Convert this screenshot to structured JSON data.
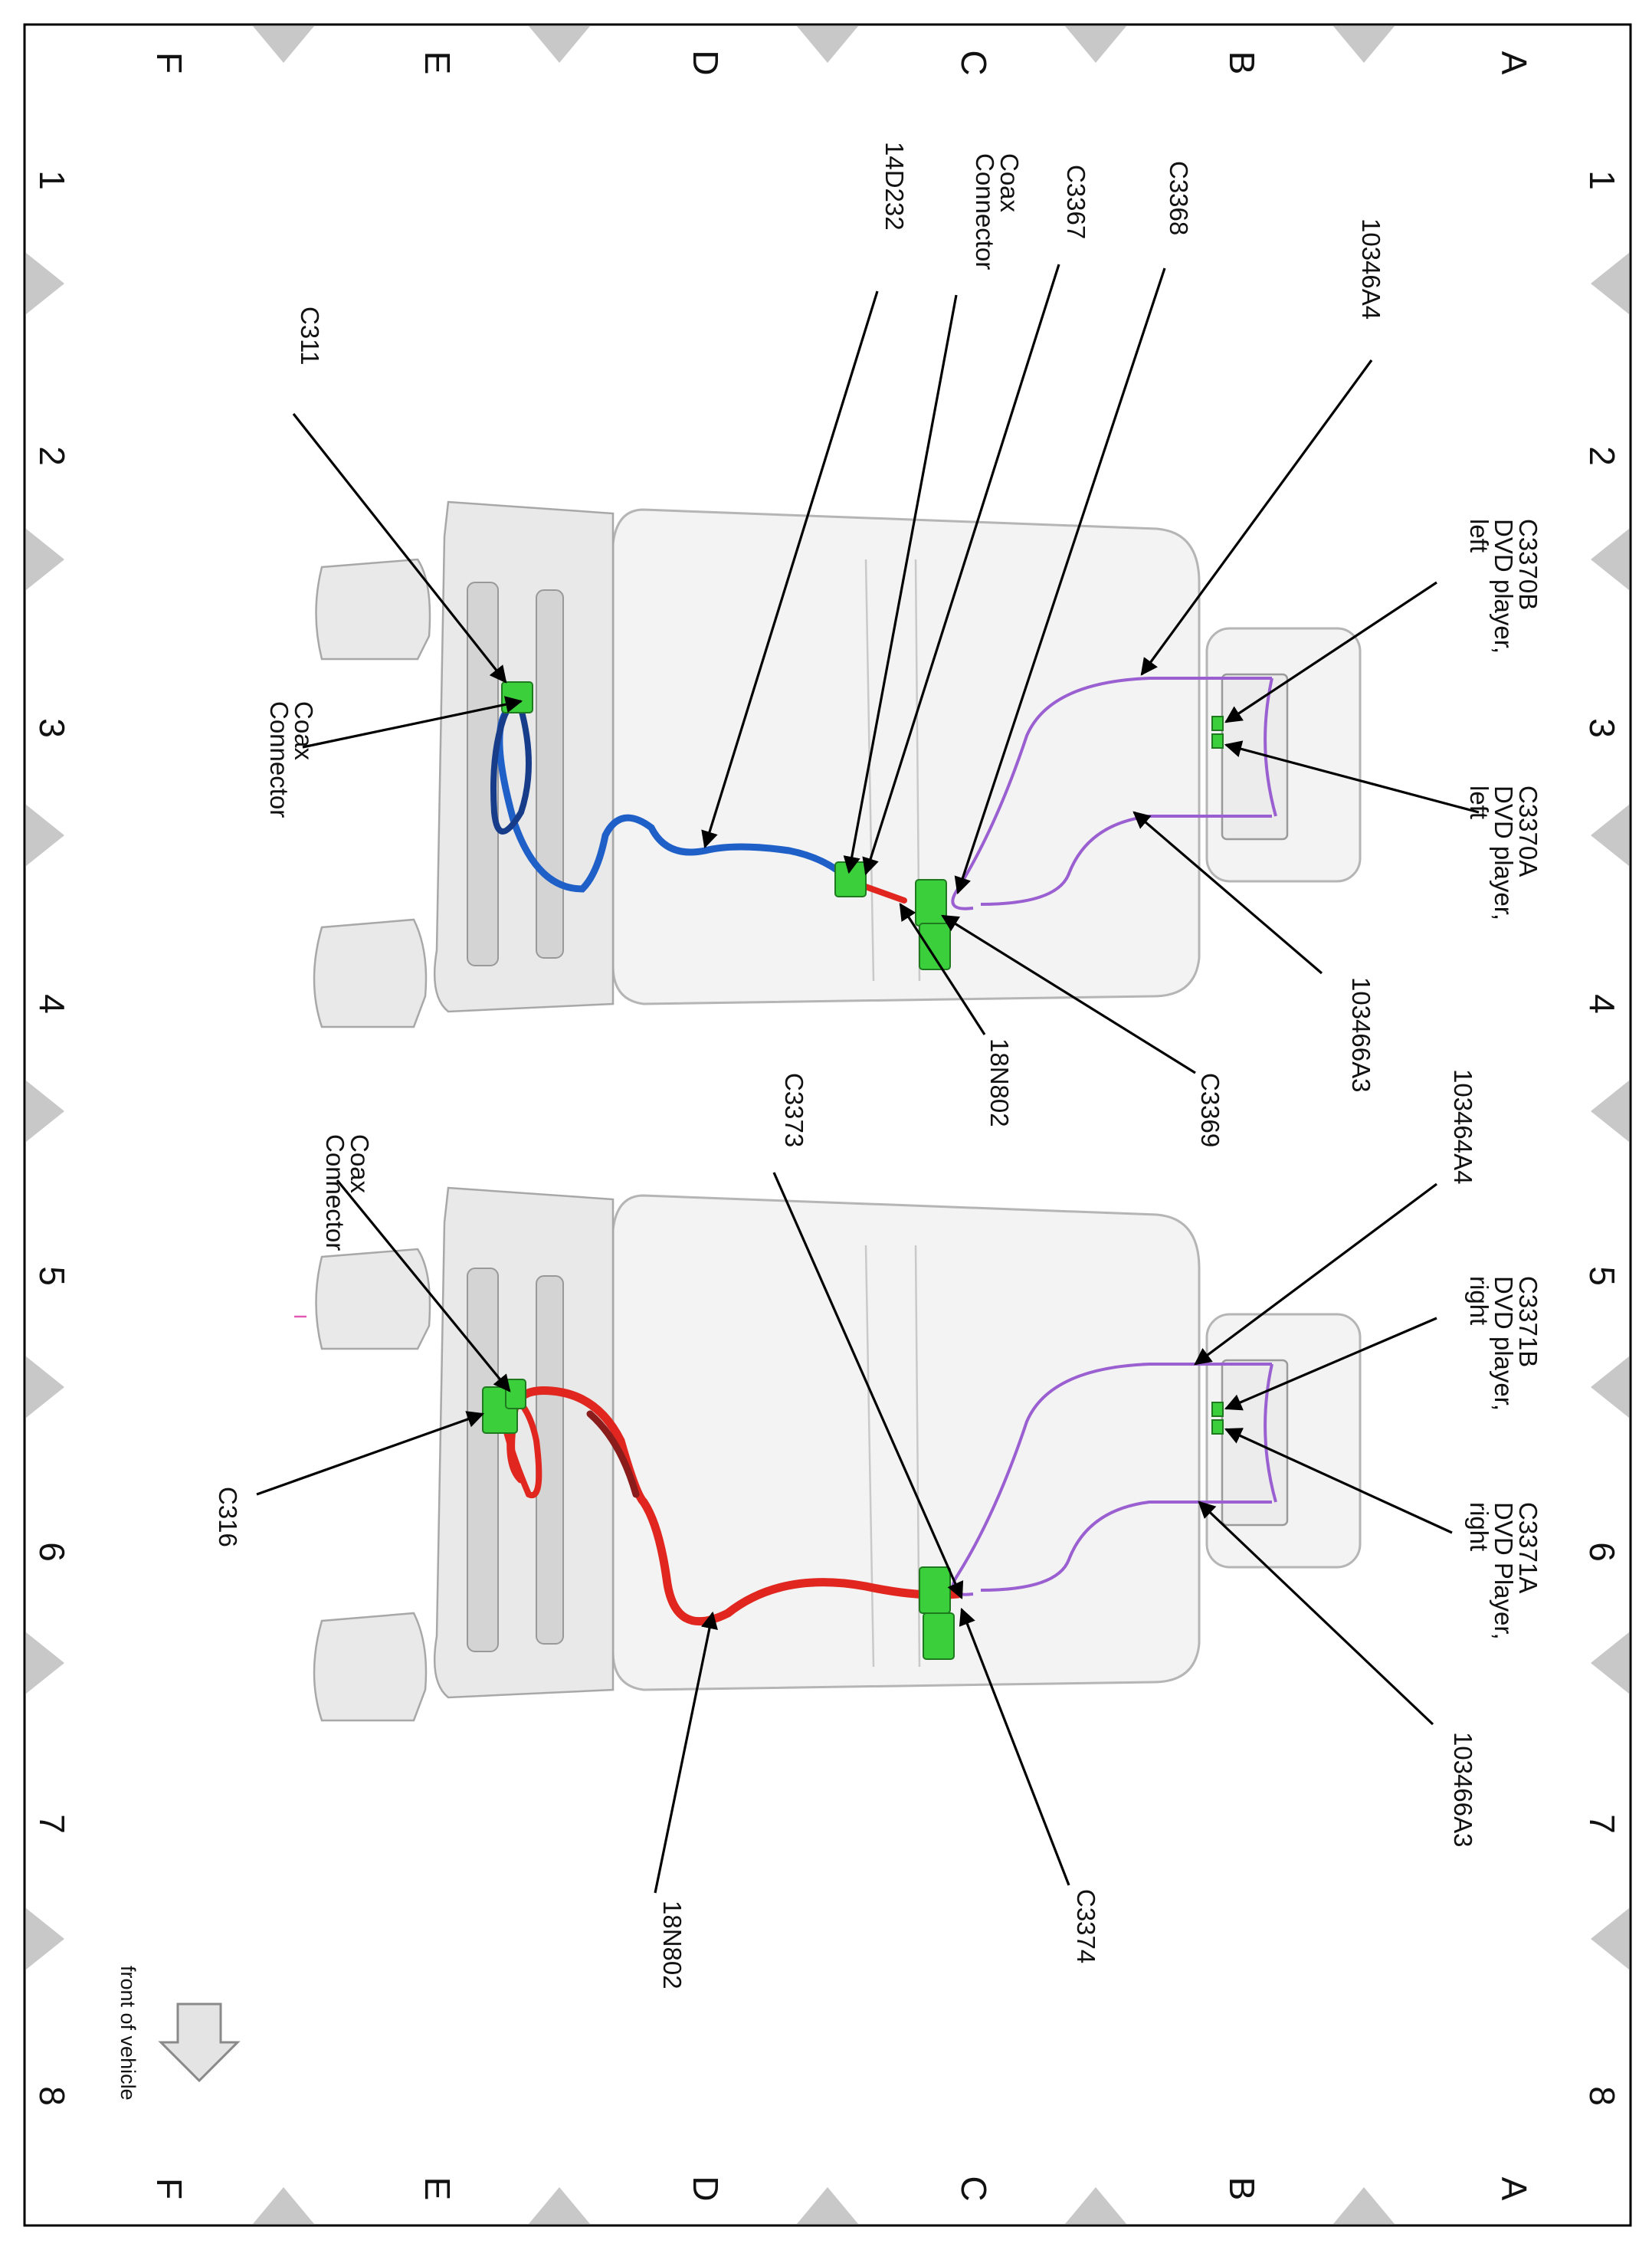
{
  "grid": {
    "rows": [
      "A",
      "B",
      "C",
      "D",
      "E",
      "F"
    ],
    "cols": [
      "1",
      "2",
      "3",
      "4",
      "5",
      "6",
      "7",
      "8"
    ]
  },
  "labels": {
    "left_seat": {
      "p_103464A4": "10346A4",
      "c3370b": [
        "C3370B",
        "DVD player,",
        "left"
      ],
      "c3370a": [
        "C3370A",
        "DVD player,",
        "left"
      ],
      "p_103466A3": "103466A3",
      "c3368": "C3368",
      "c3367": "C3367",
      "coax_top": [
        "Coax",
        "Connector"
      ],
      "p_14D232": "14D232",
      "c3369": "C3369",
      "p_18N802": "18N802",
      "c311": "C311",
      "coax_bottom": [
        "Coax",
        "Connector"
      ]
    },
    "right_seat": {
      "p_103464A4": "103464A4",
      "c3371b": [
        "C3371B",
        "DVD player,",
        "right"
      ],
      "c3371a": [
        "C3371A",
        "DVD Player,",
        "right"
      ],
      "p_103466A3": "103466A3",
      "c3373": "C3373",
      "coax": [
        "Coax",
        "Connector"
      ],
      "c316": "C316",
      "p_18N802": "18N802",
      "c3374": "C3374"
    },
    "front_of_vehicle": "front of vehicle"
  },
  "colors": {
    "harness_blue": "#1f5fc8",
    "harness_blue_dark": "#163c8a",
    "harness_red": "#e0261e",
    "harness_red_dark": "#8a1c1c",
    "harness_purple": "#9a5fd0",
    "connector_green": "#3ccf3c",
    "grid_triangle": "#c8c8c8"
  }
}
